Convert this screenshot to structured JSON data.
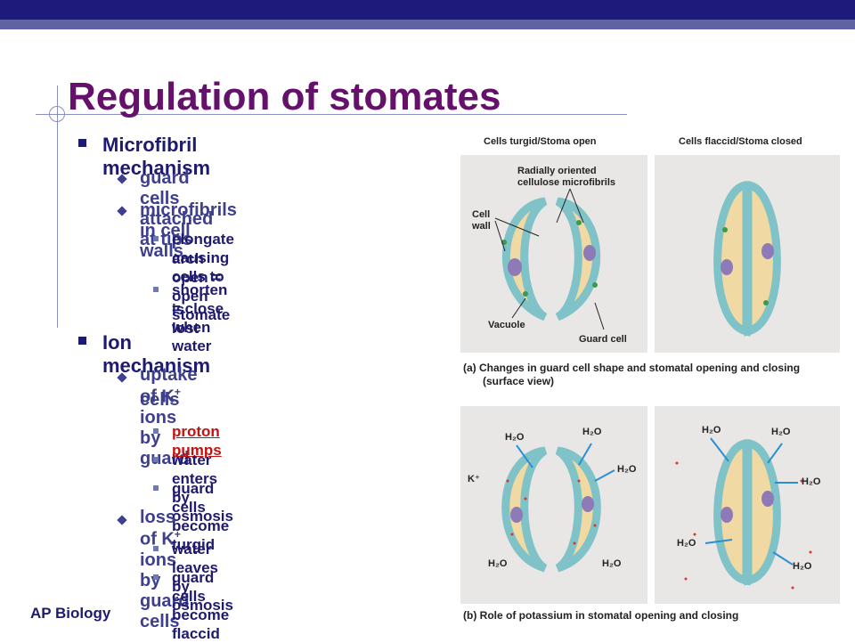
{
  "slide": {
    "title": "Regulation of stomates",
    "footer": "AP Biology"
  },
  "bullets": {
    "l1_a": "Microfibril mechanism",
    "l2_a1": "guard cells attached at tips",
    "l2_a2": "microfibrils in cell walls",
    "l3_a2_1": "elongate causing cells to",
    "l3_a2_1b": "arch open = open stomate",
    "l3_a2_2": "shorten = close when water",
    "l3_a2_2b": "is lost",
    "l1_b": "Ion mechanism",
    "l2_b1": "uptake of K",
    "l2_b1_sup": "+",
    "l2_b1_rest": " ions by guard",
    "l2_b1b": "cells",
    "l3_b1_1": "proton pumps",
    "l3_b1_2": "water enters by osmosis",
    "l3_b1_3": "guard cells become turgid",
    "l2_b2": "loss of K",
    "l2_b2_sup": "+",
    "l2_b2_rest": " ions by guard cells",
    "l3_b2_1": "water leaves by osmosis",
    "l3_b2_2": "guard cells become flaccid"
  },
  "figure": {
    "top_left_heading": "Cells turgid/Stoma open",
    "top_right_heading": "Cells flaccid/Stoma closed",
    "label_microfibrils_1": "Radially oriented",
    "label_microfibrils_2": "cellulose microfibrils",
    "label_cell": "Cell",
    "label_wall": "wall",
    "label_vacuole": "Vacuole",
    "label_guard_cell": "Guard cell",
    "caption_a_1": "(a) Changes in guard cell shape and stomatal opening and closing",
    "caption_a_2": "(surface view)",
    "caption_b": "(b) Role of potassium in stomatal opening and closing",
    "h2o": "H₂O",
    "k_plus": "K⁺"
  },
  "colors": {
    "title": "#65106b",
    "text": "#1e1a6e",
    "link": "#c0120f",
    "guard_cell_wall": "#7fc2c7",
    "cytoplasm": "#f1d9a3",
    "vacuole": "#cfe3f0"
  }
}
